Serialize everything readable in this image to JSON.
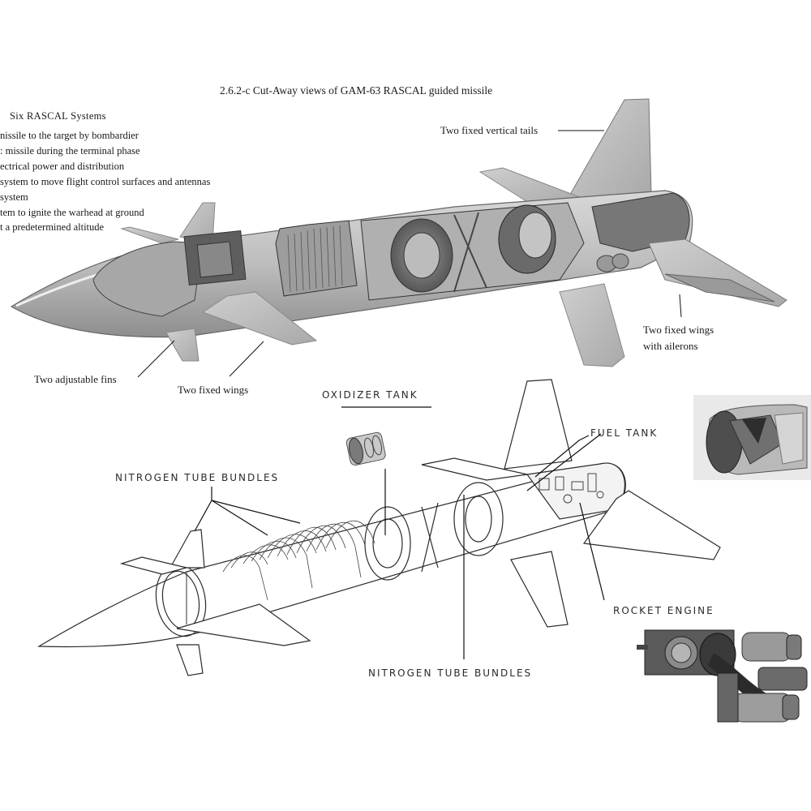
{
  "document": {
    "title": "2.6.2-c   Cut-Away views of GAM-63 RASCAL guided missile"
  },
  "systems_list": {
    "heading": "Six  RASCAL  Systems",
    "lines": [
      "nissile to the target by bombardier",
      ": missile during the terminal phase",
      "ectrical power and distribution",
      "system to move flight control surfaces and antennas",
      " system",
      "tem to ignite the warhead at ground",
      "t a predetermined altitude"
    ]
  },
  "upper_diagram": {
    "callouts": {
      "vertical_tails": "Two fixed vertical tails",
      "wings_ailerons_line1": "Two fixed wings",
      "wings_ailerons_line2": "with  ailerons",
      "adjustable_fins": "Two adjustable fins",
      "fixed_wings": "Two fixed wings"
    }
  },
  "lower_diagram": {
    "labels": {
      "oxidizer_tank": "OXIDIZER TANK",
      "fuel_tank": "FUEL TANK",
      "nitrogen_top": "NITROGEN TUBE  BUNDLES",
      "nitrogen_bottom": "NITROGEN  TUBE  BUNDLES",
      "rocket_engine": "ROCKET  ENGINE"
    }
  },
  "colors": {
    "background": "#ffffff",
    "text": "#1a1a1a",
    "metal_shade": "#b8b8b8",
    "line_art": "#333333"
  }
}
